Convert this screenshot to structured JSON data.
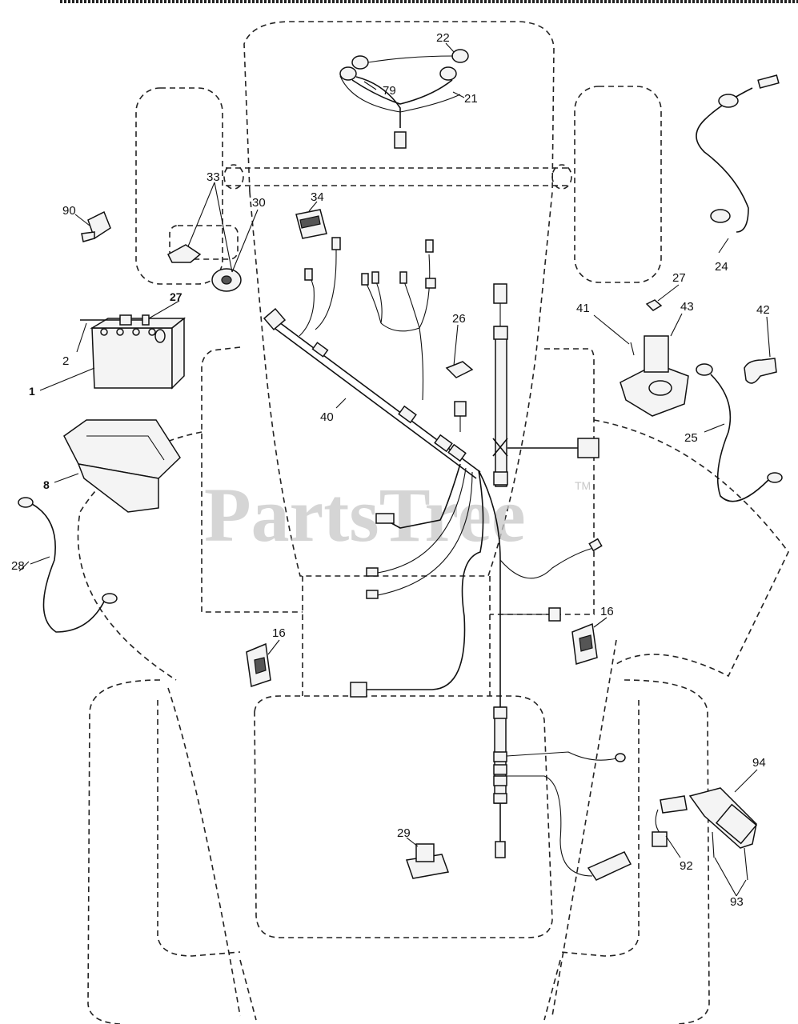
{
  "watermark": {
    "text": "PartsTree",
    "tm": "TM"
  },
  "callouts": {
    "c1": "1",
    "c2": "2",
    "c8": "8",
    "c16a": "16",
    "c16b": "16",
    "c21": "21",
    "c22": "22",
    "c24": "24",
    "c25": "25",
    "c26": "26",
    "c27a": "27",
    "c27b": "27",
    "c28": "28",
    "c29": "29",
    "c30": "30",
    "c33": "33",
    "c34": "34",
    "c40": "40",
    "c41": "41",
    "c42": "42",
    "c43": "43",
    "c79": "79",
    "c90": "90",
    "c92": "92",
    "c93": "93",
    "c94": "94"
  }
}
